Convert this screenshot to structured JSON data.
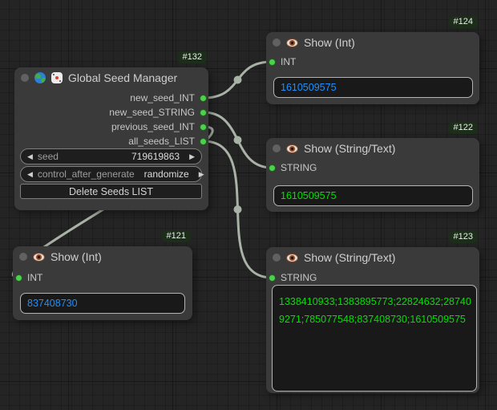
{
  "colors": {
    "canvas_bg": "#242424",
    "node_bg": "#3a3a3a",
    "badge_bg": "#1c2d1a",
    "slot_dot_green": "#4bd24b",
    "wire": "#a9b2a6",
    "int_value_text": "#1e90ff",
    "string_value_text": "#00e000"
  },
  "icons": {
    "left_arrow": "◀",
    "right_arrow": "▶"
  },
  "nodes": {
    "seed_manager": {
      "id_badge": "#132",
      "title": "Global Seed Manager",
      "outputs": [
        {
          "label": "new_seed_INT"
        },
        {
          "label": "new_seed_STRING"
        },
        {
          "label": "previous_seed_INT"
        },
        {
          "label": "all_seeds_LIST"
        }
      ],
      "widgets": {
        "seed": {
          "label": "seed",
          "value": "719619863"
        },
        "control_after_generate": {
          "label": "control_after_generate",
          "value": "randomize"
        },
        "delete_button_label": "Delete Seeds LIST"
      }
    },
    "show_int_124": {
      "id_badge": "#124",
      "title": "Show (Int)",
      "input_label": "INT",
      "value": "1610509575"
    },
    "show_string_122": {
      "id_badge": "#122",
      "title": "Show (String/Text)",
      "input_label": "STRING",
      "value": "1610509575"
    },
    "show_int_121": {
      "id_badge": "#121",
      "title": "Show (Int)",
      "input_label": "INT",
      "value": "837408730"
    },
    "show_string_123": {
      "id_badge": "#123",
      "title": "Show (String/Text)",
      "input_label": "STRING",
      "value": "1338410933;1383895773;22824632;287409271;785077548;837408730;1610509575"
    }
  }
}
